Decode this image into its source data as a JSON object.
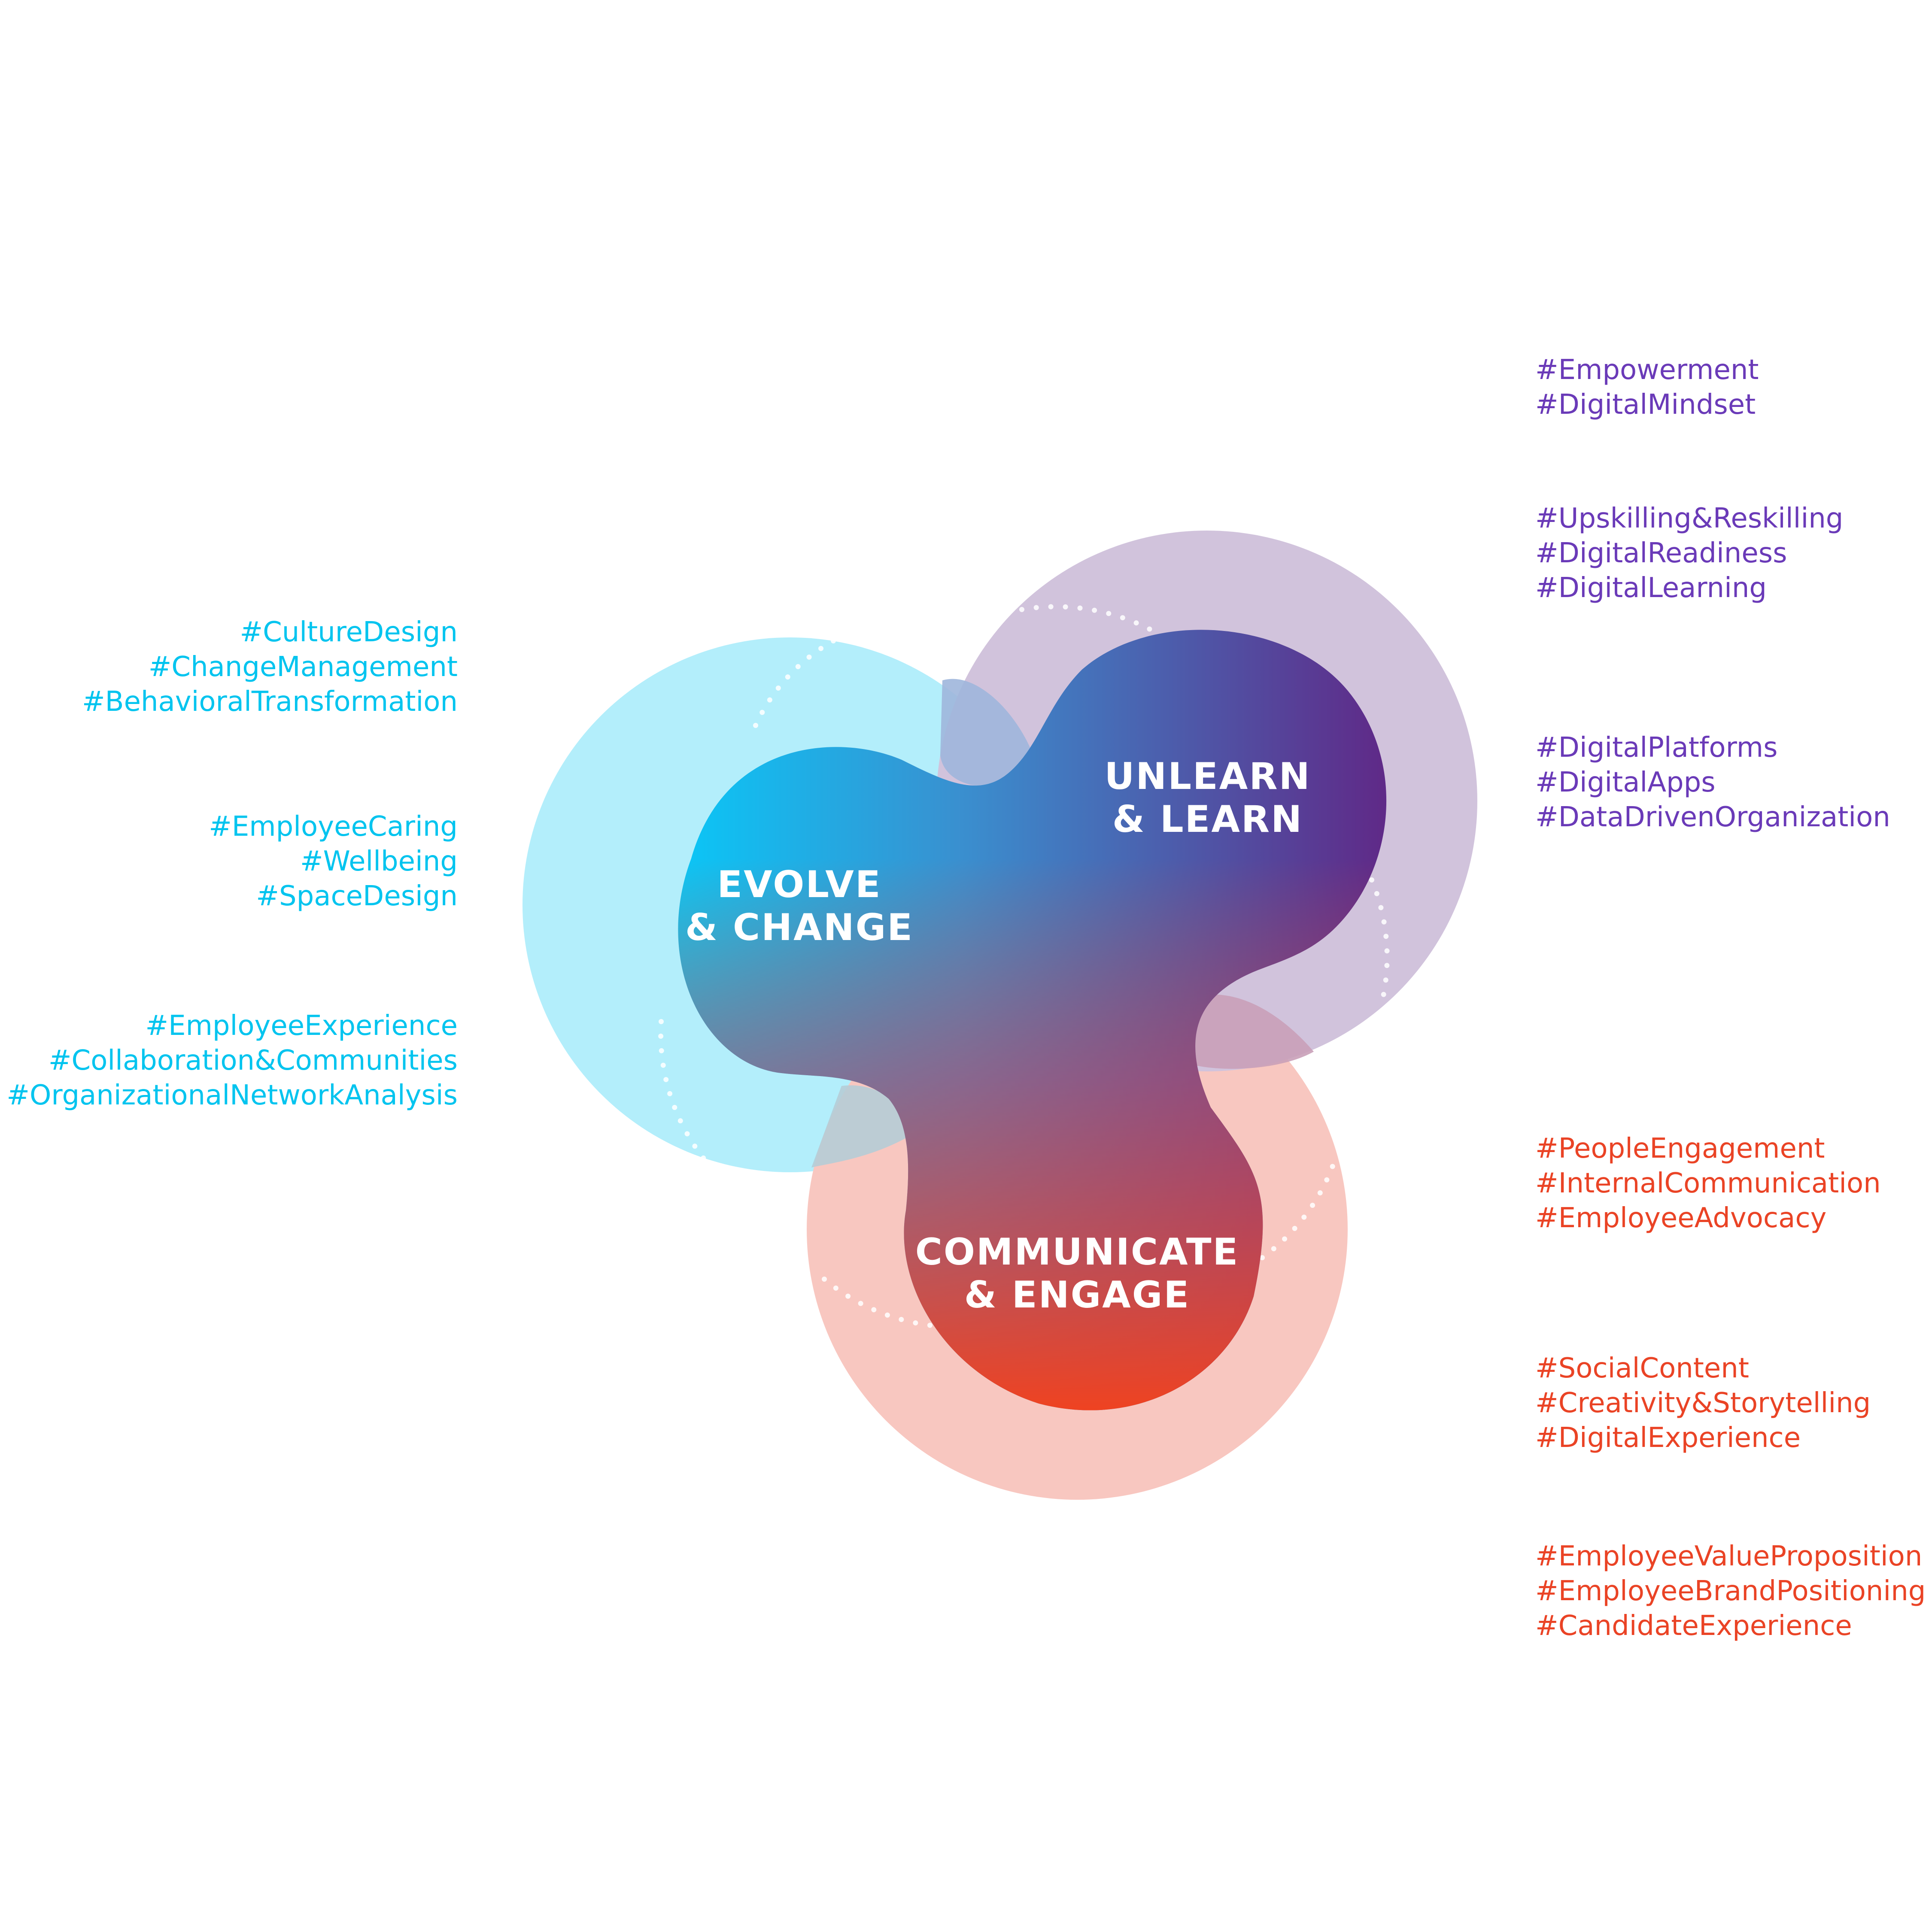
{
  "colors": {
    "cyan": "#00c4ef",
    "purple": "#6a3ab8",
    "red": "#ea4325",
    "cyan_ring": "#b3eefb",
    "purple_ring": "#d1c3dc",
    "red_ring": "#f8c7c0"
  },
  "hubs": {
    "evolve": {
      "line1": "EVOLVE",
      "line2": "& CHANGE"
    },
    "unlearn": {
      "line1": "UNLEARN",
      "line2": "& LEARN"
    },
    "communicate": {
      "line1": "COMMUNICATE",
      "line2": "& ENGAGE"
    }
  },
  "tags": {
    "evolve": [
      [
        "#CultureDesign",
        "#ChangeManagement",
        "#BehavioralTransformation"
      ],
      [
        "#EmployeeCaring",
        "#Wellbeing",
        "#SpaceDesign"
      ],
      [
        "#EmployeeExperience",
        "#Collaboration&Communities",
        "#OrganizationalNetworkAnalysis"
      ]
    ],
    "unlearn": [
      [
        "#Empowerment",
        "#DigitalMindset"
      ],
      [
        "#Upskilling&Reskilling",
        "#DigitalReadiness",
        "#DigitalLearning"
      ],
      [
        "#DigitalPlatforms",
        "#DigitalApps",
        "#DataDrivenOrganization"
      ]
    ],
    "communicate": [
      [
        "#PeopleEngagement",
        "#InternalCommunication",
        "#EmployeeAdvocacy"
      ],
      [
        "#SocialContent",
        "#Creativity&Storytelling",
        "#DigitalExperience"
      ],
      [
        "#EmployeeValueProposition",
        "#EmployeeBrandPositioning",
        "#CandidateExperience"
      ]
    ]
  }
}
